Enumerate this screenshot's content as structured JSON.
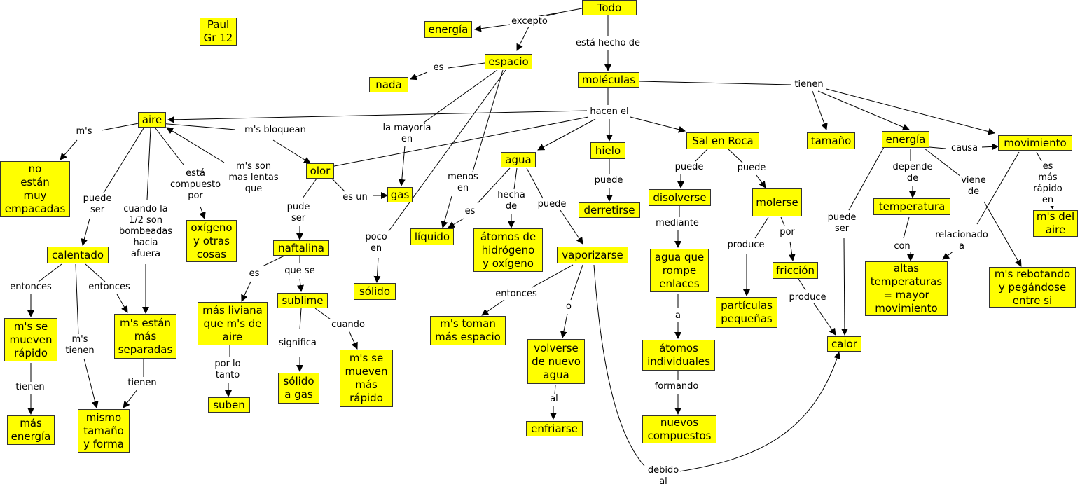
{
  "nodes": {
    "todo": "Todo",
    "paul": "Paul\nGr 12",
    "energia1": "energía",
    "espacio": "espacio",
    "nada": "nada",
    "moleculas": "moléculas",
    "aire": "aire",
    "no_estan": "no\nestán\nmuy\nempacadas",
    "oxigeno": "oxígeno\ny otras\ncosas",
    "calentado": "calentado",
    "ms_mueven1": "m's se\nmueven\nrápido",
    "mas_energia": "más\nenergía",
    "ms_separadas": "m's están\nmás\nseparadas",
    "mismo_tamano": "mismo\ntamaño\ny forma",
    "olor": "olor",
    "gas": "gas",
    "naftalina": "naftalina",
    "mas_liviana": "más liviana\nque m's de\naire",
    "suben": "suben",
    "sublime": "sublime",
    "solido_gas": "sólido\na gas",
    "ms_mueven2": "m's se\nmueven\nmás\nrápido",
    "solido": "sólido",
    "liquido": "líquido",
    "agua": "agua",
    "atomos_ho": "átomos de\nhidrógeno\ny oxígeno",
    "vaporizarse": "vaporizarse",
    "ms_toman": "m's toman\nmás espacio",
    "volverse": "volverse\nde nuevo\nagua",
    "enfriarse": "enfriarse",
    "hielo": "hielo",
    "derretirse": "derretirse",
    "sal": "Sal en Roca",
    "disolverse": "disolverse",
    "agua_rompe": "agua que\nrompe\nenlaces",
    "atomos_ind": "átomos\nindividuales",
    "nuevos": "nuevos\ncompuestos",
    "molerse": "molerse",
    "friccion": "fricción",
    "particulas": "partículas\npequeñas",
    "calor": "calor",
    "tamano": "tamaño",
    "energia2": "energía",
    "movimiento": "movimiento",
    "temperatura": "temperatura",
    "altas": "altas\ntemperaturas\n= mayor\nmovimiento",
    "rebotando": "m's rebotando\ny pegándose\nentre si",
    "ms_aire": "m's del\naire"
  },
  "labels": {
    "excepto": "excepto",
    "hecho_de": "está hecho de",
    "es_nada": "es",
    "mayoria_en": "la mayoría\nen",
    "menos_en": "menos\nen",
    "poco_en": "poco\nen",
    "tienen_top": "tienen",
    "hacen_el": "hacen el",
    "ms_aire": "m's",
    "ms_bloquean": "m's bloquean",
    "ms_lentas": "m's son\nmas lentas\nque",
    "compuesto_por": "está\ncompuesto\npor",
    "puede_ser": "puede\nser",
    "cuando_half": "cuando la\n1/2 son\nbombeadas\nhacia\nafuera",
    "entonces_l": "entonces",
    "entonces_r": "entonces",
    "ms_tienen": "m's\ntienen",
    "tienen_l": "tienen",
    "tienen_r": "tienen",
    "es_un": "es un",
    "pude_ser": "pude\nser",
    "es_liviana": "es",
    "que_se": "que se",
    "por_lo_tanto": "por lo\ntanto",
    "significa": "significa",
    "cuando_mueven": "cuando",
    "es_liquido": "es",
    "hecha_de": "hecha\nde",
    "puede_vap": "puede",
    "entonces_vap": "entonces",
    "o": "o",
    "al": "al",
    "debido_al": "debido\nal",
    "puede_hielo": "puede",
    "puede_dis": "puede",
    "puede_mol": "puede",
    "mediante": "mediante",
    "a": "a",
    "formando": "formando",
    "produce_part": "produce",
    "por": "por",
    "produce_calor": "produce",
    "puede_ser_calor": "puede\nser",
    "causa": "causa",
    "depende_de": "depende\nde",
    "viene_de": "viene\nde",
    "con": "con",
    "relacionado": "relacionado\na",
    "rapido_en": "es más\nrápido en"
  }
}
